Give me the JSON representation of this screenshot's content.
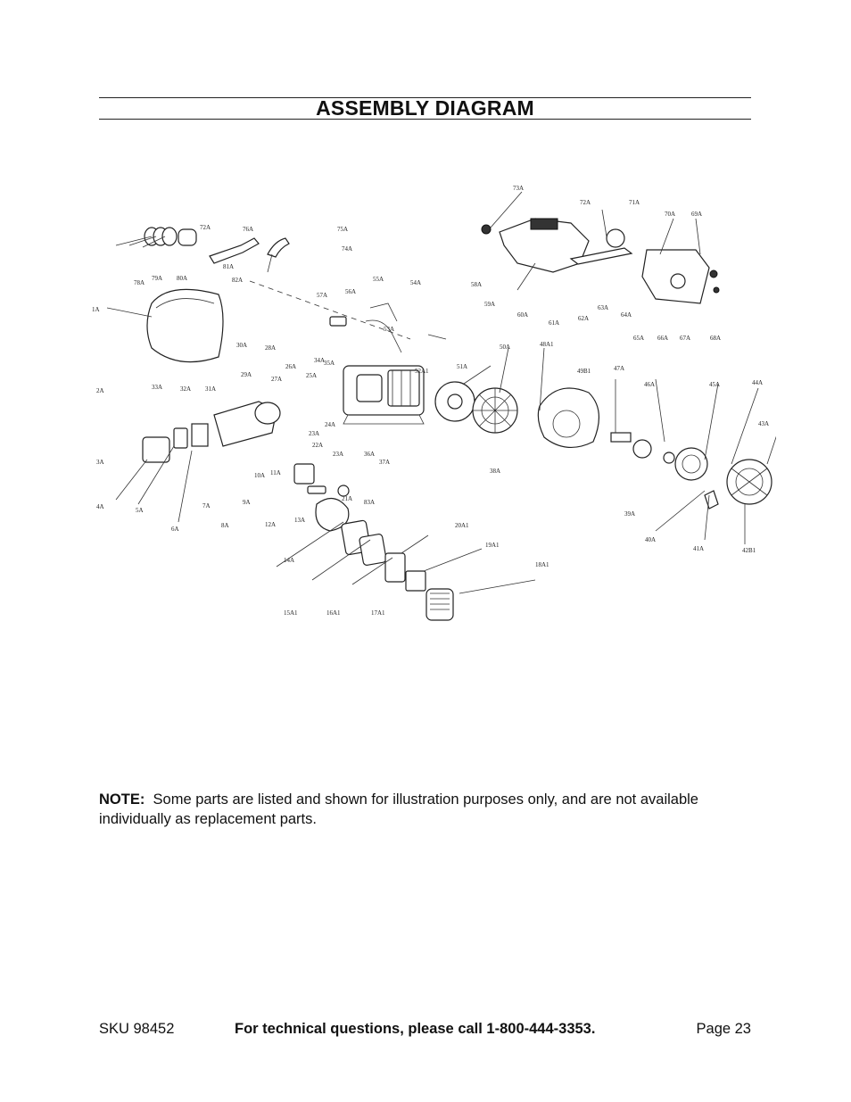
{
  "header": {
    "title": "ASSEMBLY DIAGRAM"
  },
  "diagram": {
    "part_labels": [
      "73A",
      "72A",
      "71A",
      "70A",
      "69A",
      "72A",
      "76A",
      "75A",
      "74A",
      "78A",
      "79A",
      "80A",
      "81A",
      "82A",
      "58A",
      "59A",
      "60A",
      "61A",
      "62A",
      "63A",
      "64A",
      "65A",
      "66A",
      "67A",
      "68A",
      "1A",
      "57A",
      "56A",
      "55A",
      "54A",
      "53A",
      "34A",
      "35A",
      "30A",
      "28A",
      "29A",
      "26A",
      "27A",
      "25A",
      "24A",
      "23A",
      "22A",
      "33A",
      "32A",
      "31A",
      "2A",
      "3A",
      "4A",
      "5A",
      "6A",
      "7A",
      "8A",
      "9A",
      "10A",
      "11A",
      "12A",
      "13A",
      "14A",
      "15A1",
      "16A1",
      "17A1",
      "18A1",
      "19A1",
      "20A1",
      "21A",
      "51A",
      "50A",
      "48A1",
      "49B1",
      "47A",
      "46A",
      "45A",
      "44A",
      "43A",
      "42B1",
      "41A",
      "40A",
      "39A",
      "38A",
      "37A",
      "36A",
      "52A1",
      "23A",
      "83A"
    ]
  },
  "note": {
    "label": "NOTE:",
    "text": "Some parts are listed and shown for illustration purposes only, and are not available individually as replacement parts."
  },
  "footer": {
    "sku": "SKU 98452",
    "technical": "For technical questions, please call 1-800-444-3353.",
    "page": "Page 23"
  }
}
